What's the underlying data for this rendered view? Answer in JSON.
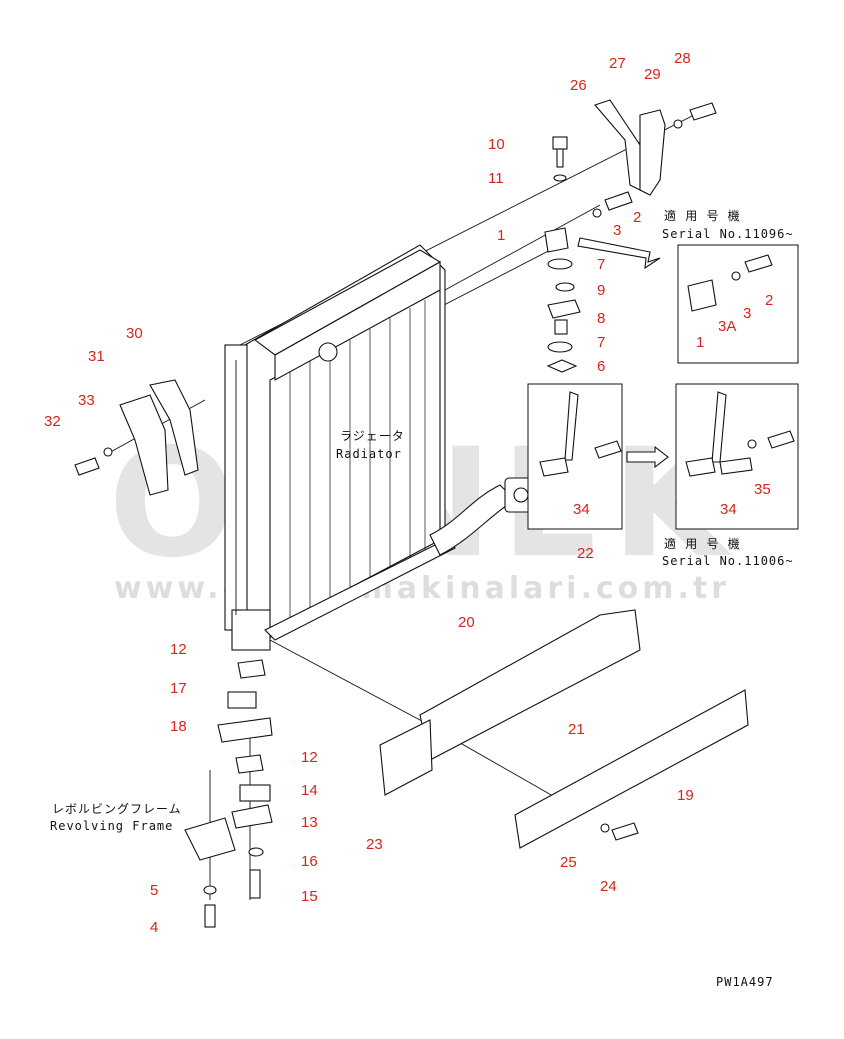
{
  "watermark": {
    "brand": "ORNEK",
    "url": "www.orneksmakinalari.com.tr"
  },
  "labels": {
    "serial_top_jp": "適 用 号 機",
    "serial_top": "Serial No.11096~",
    "serial_bottom_jp": "適 用 号 機",
    "serial_bottom": "Serial No.11006~",
    "radiator_jp": "ラジェータ",
    "radiator": "Radiator",
    "frame_jp": "レボルビングフレーム",
    "frame": "Revolving Frame",
    "drawing_code": "PW1A497"
  },
  "callouts": {
    "n28": "28",
    "n27": "27",
    "n29": "29",
    "n26": "26",
    "n10": "10",
    "n11": "11",
    "n2a": "2",
    "n3a": "3",
    "n1a": "1",
    "n7a": "7",
    "n9": "9",
    "n8": "8",
    "n7b": "7",
    "n6": "6",
    "n30": "30",
    "n31": "31",
    "n33": "33",
    "n32": "32",
    "n2b": "2",
    "n3b": "3",
    "n3A": "3A",
    "n1b": "1",
    "n34a": "34",
    "n34b": "34",
    "n35": "35",
    "n22": "22",
    "n20": "20",
    "n21": "21",
    "n19": "19",
    "n23": "23",
    "n12a": "12",
    "n17": "17",
    "n18": "18",
    "n12b": "12",
    "n14": "14",
    "n13": "13",
    "n16": "16",
    "n15": "15",
    "n5": "5",
    "n4": "4",
    "n25": "25",
    "n24": "24"
  }
}
